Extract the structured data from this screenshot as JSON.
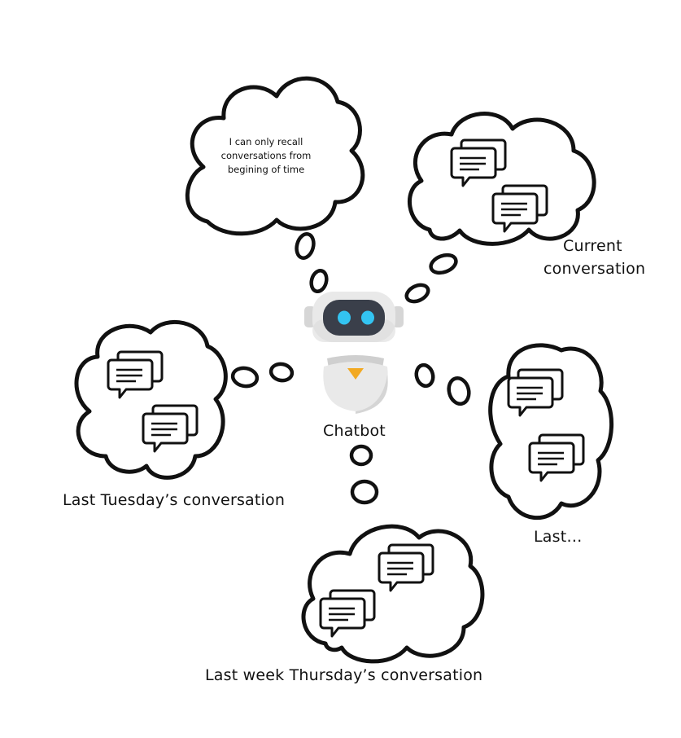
{
  "robot": {
    "label": "Chatbot"
  },
  "memory_note": {
    "lines": [
      "I can only recall",
      "conversations from",
      "begining of time"
    ]
  },
  "clouds": [
    {
      "id": "current",
      "label_lines": [
        "Current",
        "conversation"
      ]
    },
    {
      "id": "last-tuesday",
      "label": "Last Tuesday’s conversation"
    },
    {
      "id": "last-other",
      "label": "Last…"
    },
    {
      "id": "last-week-thursday",
      "label": "Last week Thursday’s conversation"
    }
  ],
  "colors": {
    "outline": "#111111",
    "robot_body": "#e6e6e6",
    "robot_face": "#3a3f4a",
    "robot_eyes": "#33c4f2",
    "robot_accent": "#f2a922"
  },
  "icons": [
    "chat-bubbles-icon",
    "robot-icon"
  ]
}
